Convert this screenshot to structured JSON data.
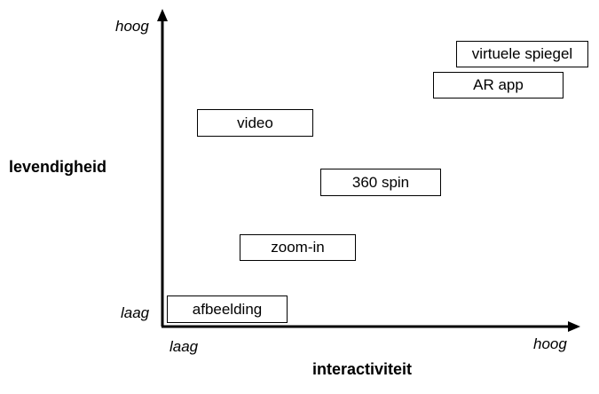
{
  "y_axis": {
    "title": "levendigheid",
    "low": "laag",
    "high": "hoog"
  },
  "x_axis": {
    "title": "interactiviteit",
    "low": "laag",
    "high": "hoog"
  },
  "items": [
    {
      "label": "afbeelding"
    },
    {
      "label": "zoom-in"
    },
    {
      "label": "360 spin"
    },
    {
      "label": "video"
    },
    {
      "label": "AR app"
    },
    {
      "label": "virtuele spiegel"
    }
  ]
}
